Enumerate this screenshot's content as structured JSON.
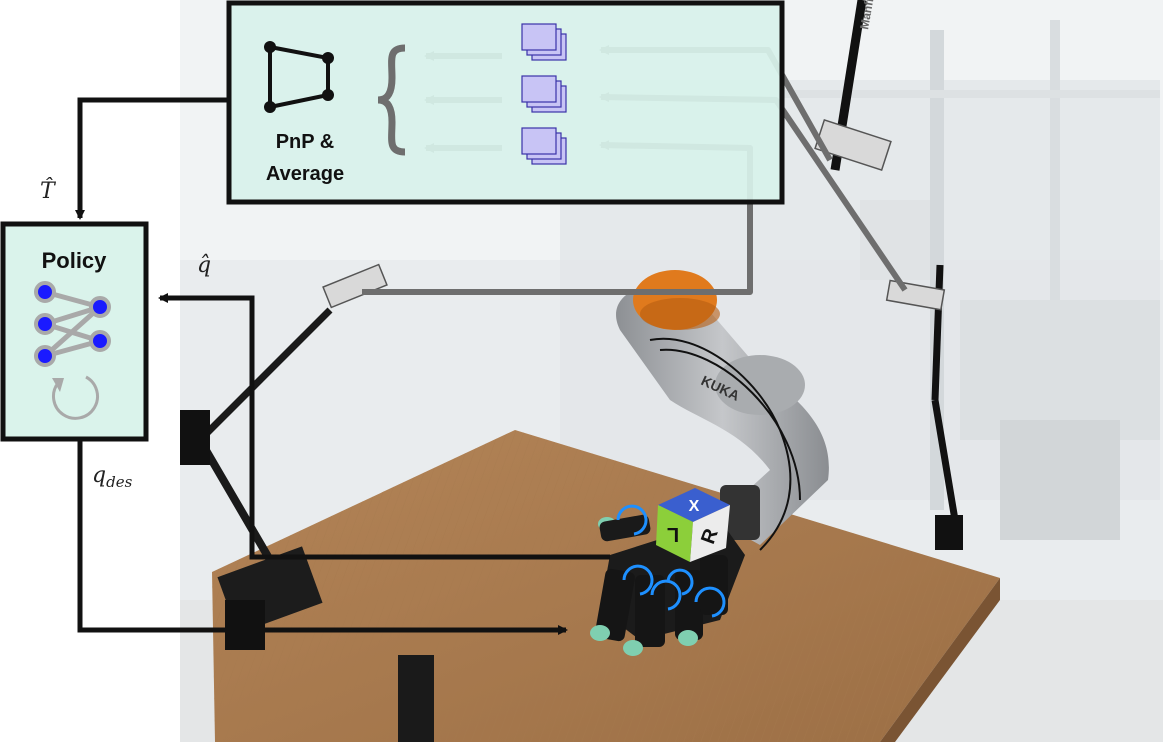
{
  "pose_box": {
    "label_line1": "PnP &",
    "label_line2": "Average",
    "icon": "quadrilateral-keypoints-icon",
    "images_icon": "image-stack-icon",
    "accent": "#d8f2ea"
  },
  "policy_box": {
    "label": "Policy",
    "icon": "neural-network-icon",
    "recurrent_icon": "circular-arrow-icon",
    "accent": "#d8f2ea",
    "node_color": "#1a1aff"
  },
  "symbols": {
    "T_hat": "T̂",
    "q_hat": "q̂",
    "q_des_base": "q",
    "q_des_sub": "des"
  },
  "scene": {
    "cube_faces": [
      "X",
      "L",
      "R"
    ],
    "camera_brand": "Manfrotto",
    "robot_brand": "KUKA"
  },
  "colors": {
    "frame": "#111111",
    "camera_arrow": "#6e6e6e",
    "image_stack": "#c8c4f5",
    "image_stack_edge": "#3a33a8",
    "rotation_arrow": "#1e90ff",
    "fingertip": "#7fcfb0"
  }
}
